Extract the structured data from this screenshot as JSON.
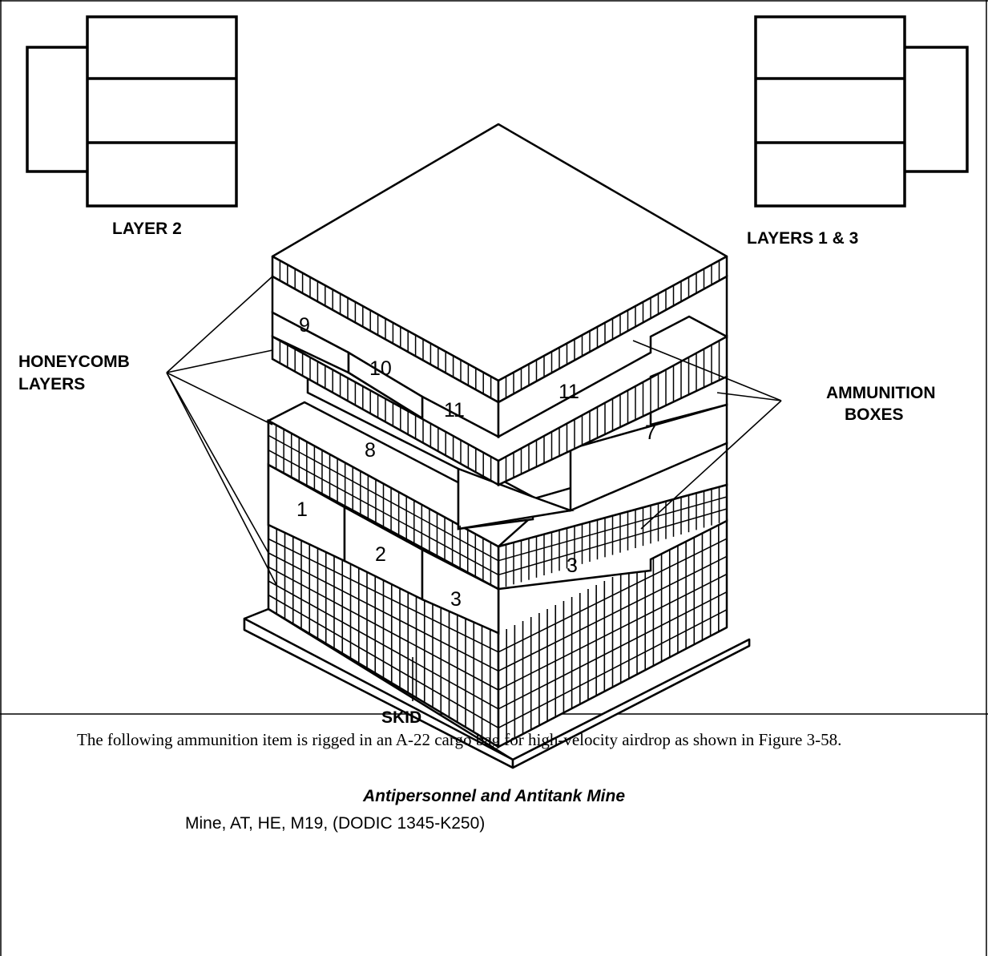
{
  "diagram": {
    "labels": {
      "layer2": "LAYER 2",
      "layers13": "LAYERS 1 & 3",
      "honeycomb": [
        "HONEYCOMB",
        "LAYERS"
      ],
      "ammo": [
        "AMMUNITION",
        "BOXES"
      ],
      "skid": "SKID"
    },
    "box_numbers": {
      "b1": "1",
      "b2": "2",
      "b3a": "3",
      "b3b": "3",
      "b7": "7",
      "b8": "8",
      "b9": "9",
      "b10": "10",
      "b11a": "11",
      "b11b": "11"
    }
  },
  "caption": {
    "paragraph": "The following ammunition item is rigged in an A-22 cargo bag for high-velocity airdrop as shown in Figure 3-58.",
    "heading": "Antipersonnel and Antitank Mine",
    "item": "Mine, AT, HE, M19, (DODIC 1345-K250)"
  }
}
